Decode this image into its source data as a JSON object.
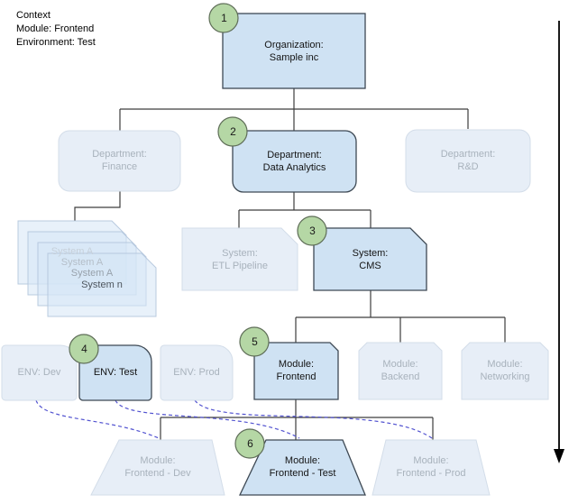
{
  "context_note": {
    "line1": "Context",
    "line2": "Module: Frontend",
    "line3": "Environment: Test"
  },
  "badges": [
    "1",
    "2",
    "3",
    "4",
    "5",
    "6"
  ],
  "nodes": {
    "organization": {
      "title": "Organization:",
      "subtitle": "Sample inc",
      "state": "highlighted"
    },
    "department_finance": {
      "title": "Department:",
      "subtitle": "Finance",
      "state": "faded"
    },
    "department_data_analytics": {
      "title": "Department:",
      "subtitle": "Data Analytics",
      "state": "highlighted"
    },
    "department_rnd": {
      "title": "Department:",
      "subtitle": "R&D",
      "state": "faded"
    },
    "system_stack": {
      "items": [
        "System A",
        "System A",
        "System A",
        "System n"
      ],
      "state": "faded"
    },
    "system_etl": {
      "title": "System:",
      "subtitle": "ETL Pipeline",
      "state": "faded"
    },
    "system_cms": {
      "title": "System:",
      "subtitle": "CMS",
      "state": "highlighted"
    },
    "env_dev": {
      "label": "ENV: Dev",
      "state": "faded"
    },
    "env_test": {
      "label": "ENV: Test",
      "state": "highlighted"
    },
    "env_prod": {
      "label": "ENV: Prod",
      "state": "faded"
    },
    "module_frontend": {
      "title": "Module:",
      "subtitle": "Frontend",
      "state": "highlighted"
    },
    "module_backend": {
      "title": "Module:",
      "subtitle": "Backend",
      "state": "faded"
    },
    "module_networking": {
      "title": "Module:",
      "subtitle": "Networking",
      "state": "faded"
    },
    "deploy_frontend_dev": {
      "title": "Module:",
      "subtitle": "Frontend - Dev",
      "state": "faded"
    },
    "deploy_frontend_test": {
      "title": "Module:",
      "subtitle": "Frontend - Test",
      "state": "highlighted"
    },
    "deploy_frontend_prod": {
      "title": "Module:",
      "subtitle": "Frontend - Prod",
      "state": "faded"
    }
  },
  "colors": {
    "highlight_fill": "#cfe2f3",
    "highlight_border": "#3e4954",
    "faded_fill": "#e7eef7",
    "faded_border": "#d3dde9",
    "faded_text": "#a8b2bc",
    "badge_fill": "#b5d7a5",
    "dashed_link": "#5253d0",
    "connector": "#3d3d3d"
  },
  "stack_text_colors": [
    "#c6d0da",
    "#b4bec8",
    "#98a2ac",
    "#4e565e"
  ]
}
